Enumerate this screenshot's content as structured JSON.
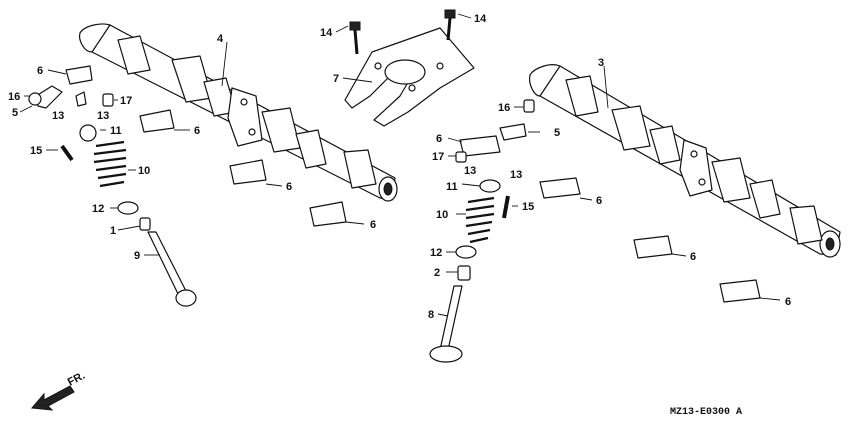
{
  "diagram": {
    "code": "MZ13-E0300 A",
    "direction_label": "FR.",
    "callouts": [
      {
        "id": "c1",
        "text": "1"
      },
      {
        "id": "c2",
        "text": "2"
      },
      {
        "id": "c3",
        "text": "3"
      },
      {
        "id": "c4",
        "text": "4"
      },
      {
        "id": "c5a",
        "text": "5"
      },
      {
        "id": "c5b",
        "text": "5"
      },
      {
        "id": "c6a",
        "text": "6"
      },
      {
        "id": "c6b",
        "text": "6"
      },
      {
        "id": "c6c",
        "text": "6"
      },
      {
        "id": "c6d",
        "text": "6"
      },
      {
        "id": "c6e",
        "text": "6"
      },
      {
        "id": "c6f",
        "text": "6"
      },
      {
        "id": "c6g",
        "text": "6"
      },
      {
        "id": "c6h",
        "text": "6"
      },
      {
        "id": "c7",
        "text": "7"
      },
      {
        "id": "c8",
        "text": "8"
      },
      {
        "id": "c9",
        "text": "9"
      },
      {
        "id": "c10a",
        "text": "10"
      },
      {
        "id": "c10b",
        "text": "10"
      },
      {
        "id": "c11a",
        "text": "11"
      },
      {
        "id": "c11b",
        "text": "11"
      },
      {
        "id": "c12a",
        "text": "12"
      },
      {
        "id": "c12b",
        "text": "12"
      },
      {
        "id": "c13a",
        "text": "13"
      },
      {
        "id": "c13b",
        "text": "13"
      },
      {
        "id": "c13c",
        "text": "13"
      },
      {
        "id": "c13d",
        "text": "13"
      },
      {
        "id": "c14a",
        "text": "14"
      },
      {
        "id": "c14b",
        "text": "14"
      },
      {
        "id": "c15a",
        "text": "15"
      },
      {
        "id": "c15b",
        "text": "15"
      },
      {
        "id": "c16a",
        "text": "16"
      },
      {
        "id": "c16b",
        "text": "16"
      },
      {
        "id": "c17a",
        "text": "17"
      },
      {
        "id": "c17b",
        "text": "17"
      }
    ]
  }
}
